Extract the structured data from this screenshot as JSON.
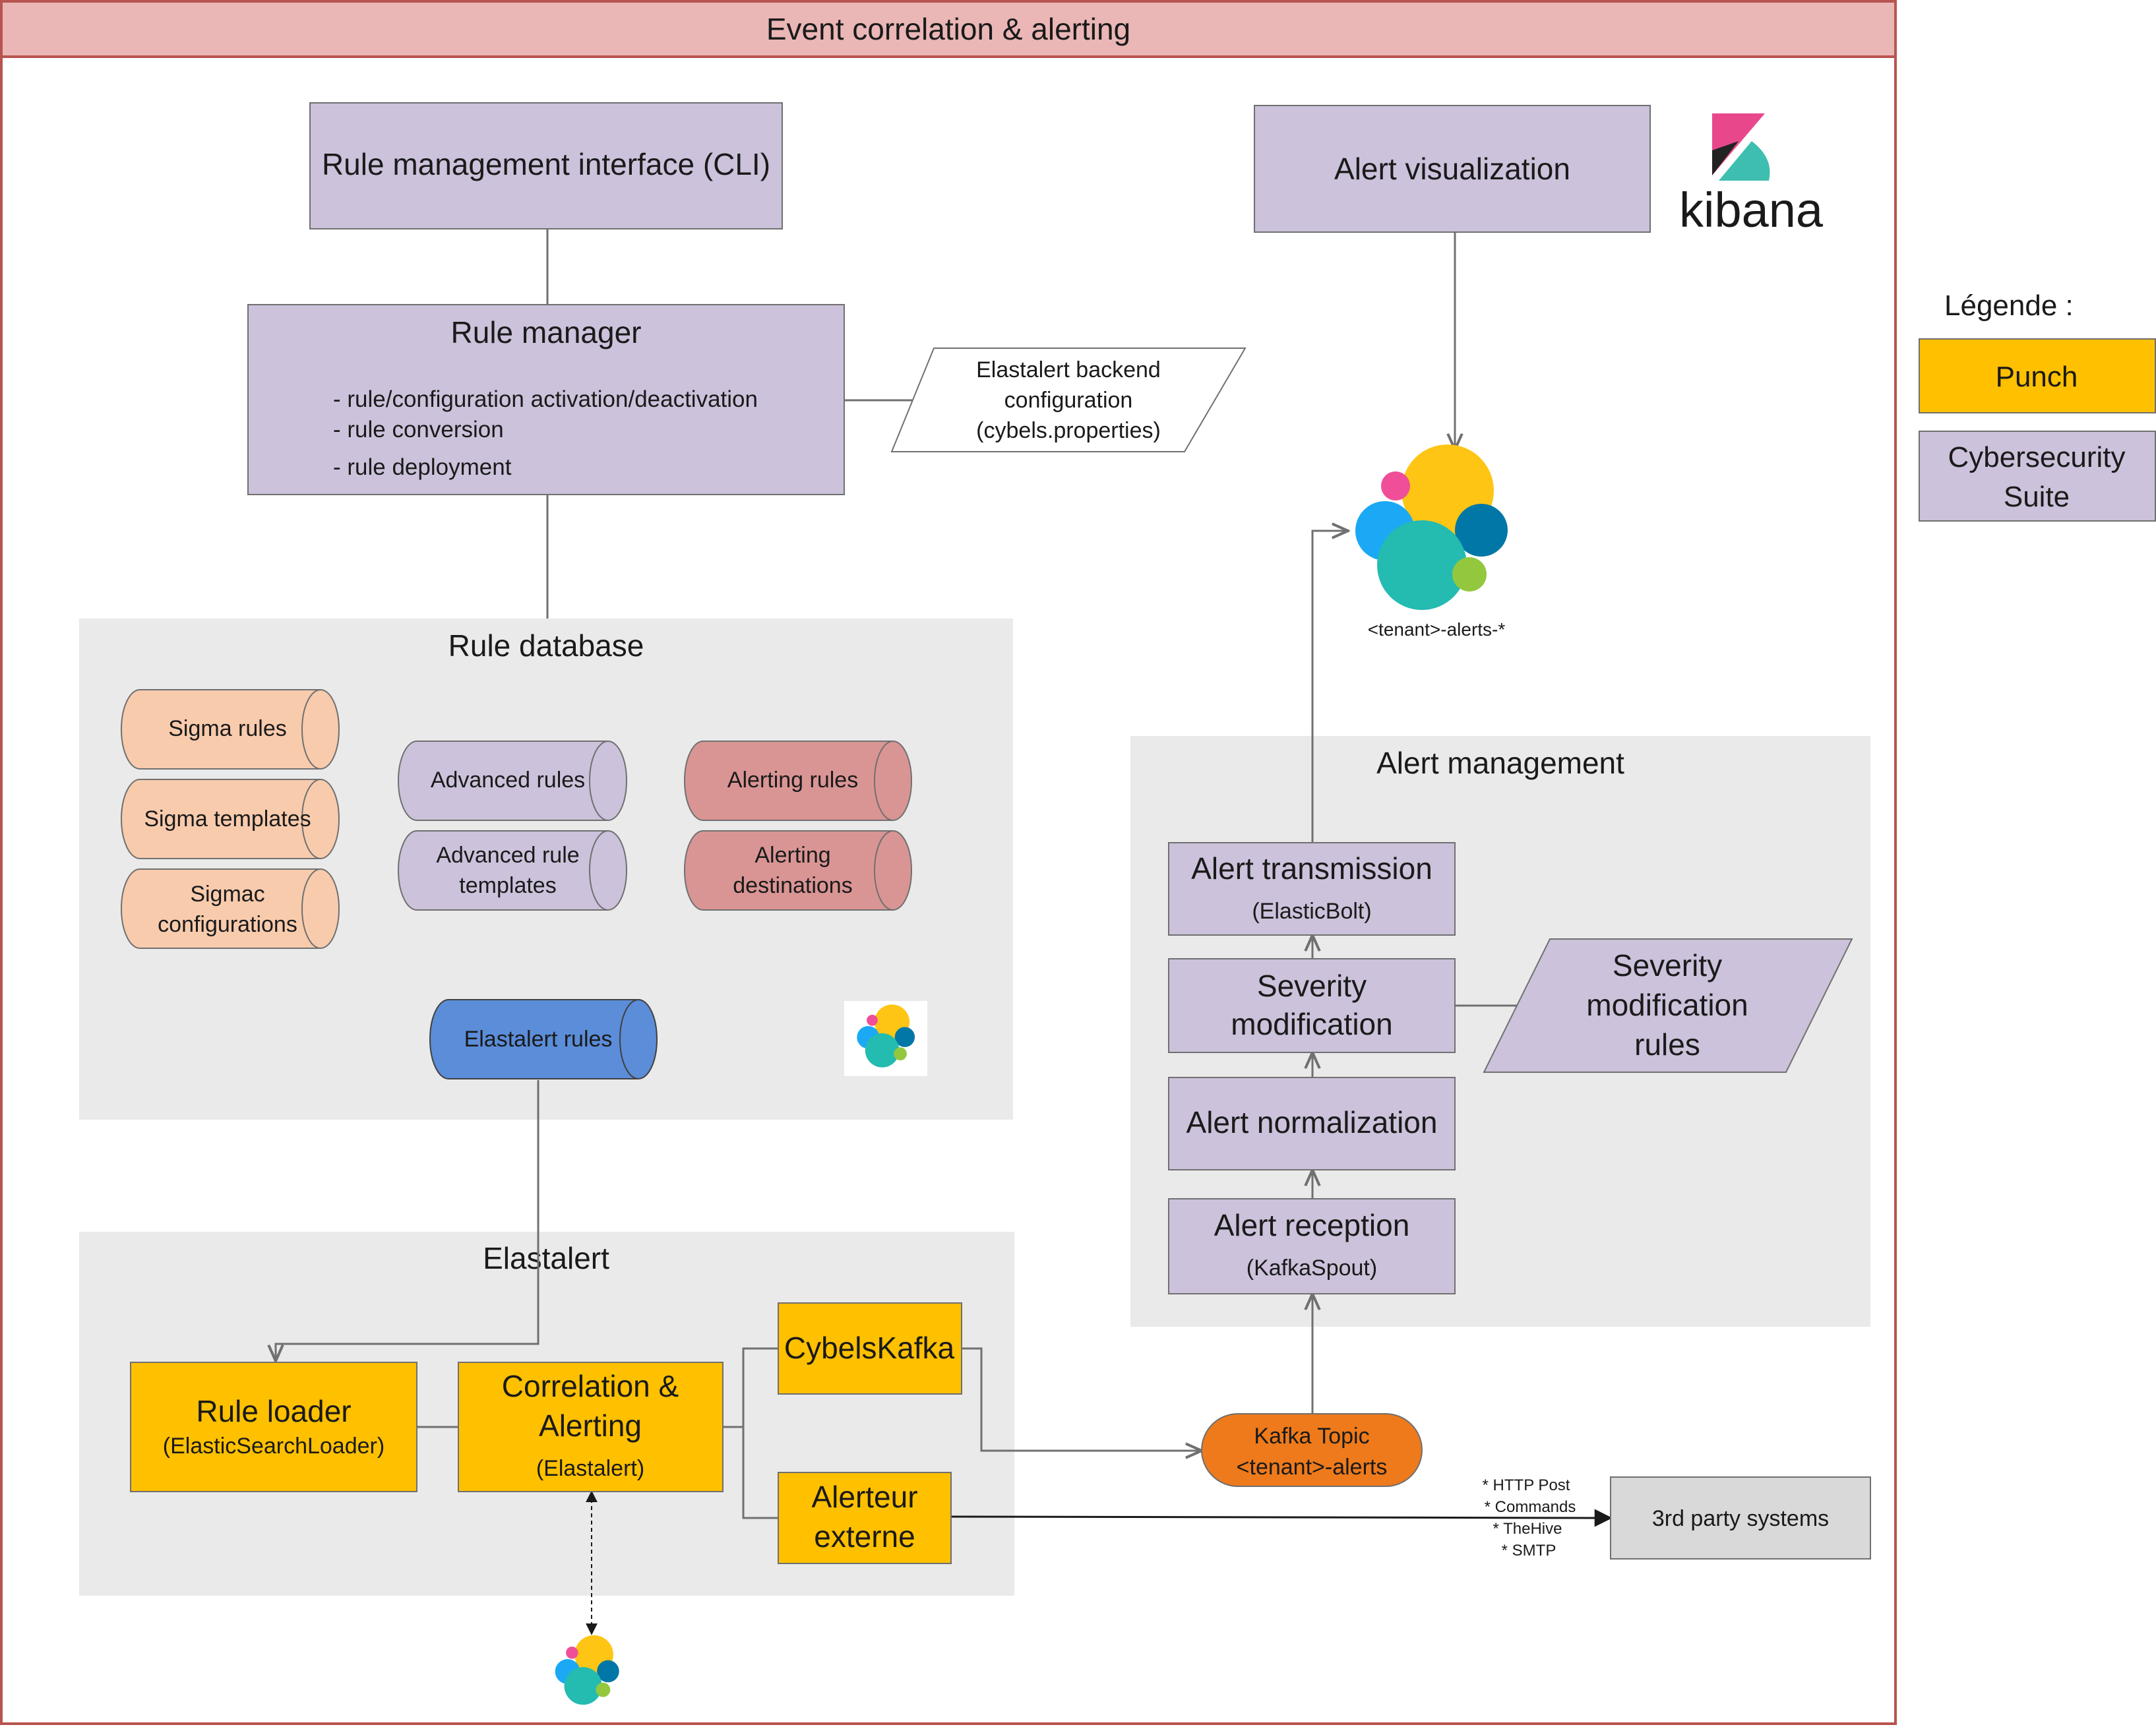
{
  "title": "Event correlation & alerting",
  "colors": {
    "punch": "#FFC000",
    "suite": "#CCC2DB",
    "rule_db_bg": "#EAEAEA",
    "sigma": "#F8CBAD",
    "alerting": "#D99594",
    "elastalert_rules": "#5B8DD9",
    "kafka": "#EE7A1B",
    "third_party": "#D9D9D9",
    "frame_border": "#B85450",
    "title_bar": "#EAB6B6"
  },
  "nodes": {
    "rule_mgmt_cli": "Rule management interface (CLI)",
    "rule_manager": {
      "title": "Rule manager",
      "items": [
        "- rule/configuration activation/deactivation",
        "- rule conversion",
        "- rule deployment"
      ]
    },
    "backend_config": [
      "Elastalert backend",
      "configuration",
      "(cybels.properties)"
    ],
    "alert_visualization": "Alert visualization",
    "kibana_logo_text": "kibana",
    "alerts_index": "<tenant>-alerts-*",
    "rule_database": {
      "title": "Rule database",
      "sigma_rules": "Sigma rules",
      "sigma_templates": "Sigma templates",
      "sigmac_configs": [
        "Sigmac",
        "configurations"
      ],
      "advanced_rules": "Advanced rules",
      "advanced_templates": [
        "Advanced rule",
        "templates"
      ],
      "alerting_rules": "Alerting rules",
      "alerting_destinations": [
        "Alerting",
        "destinations"
      ],
      "elastalert_rules": "Elastalert rules"
    },
    "alert_management": {
      "title": "Alert management",
      "transmission": [
        "Alert transmission",
        "(ElasticBolt)"
      ],
      "severity_mod": [
        "Severity",
        "modification"
      ],
      "severity_rules": [
        "Severity",
        "modification",
        "rules"
      ],
      "normalization": "Alert normalization",
      "reception": [
        "Alert reception",
        "(KafkaSpout)"
      ]
    },
    "elastalert": {
      "title": "Elastalert",
      "rule_loader": [
        "Rule loader",
        "(ElasticSearchLoader)"
      ],
      "correlation": [
        "Correlation &",
        "Alerting",
        "(Elastalert)"
      ],
      "cybels_kafka": "CybelsKafka",
      "alerteur": [
        "Alerteur",
        "externe"
      ]
    },
    "kafka_topic": [
      "Kafka Topic",
      "<tenant>-alerts"
    ],
    "third_party": "3rd party systems",
    "outputs": [
      "* HTTP Post",
      "* Commands",
      "* TheHive",
      "* SMTP"
    ]
  },
  "legend": {
    "title": "Légende :",
    "punch": "Punch",
    "suite": [
      "Cybersecurity",
      "Suite"
    ]
  },
  "icons": [
    "elastic-logo-icon",
    "kibana-logo-icon"
  ]
}
